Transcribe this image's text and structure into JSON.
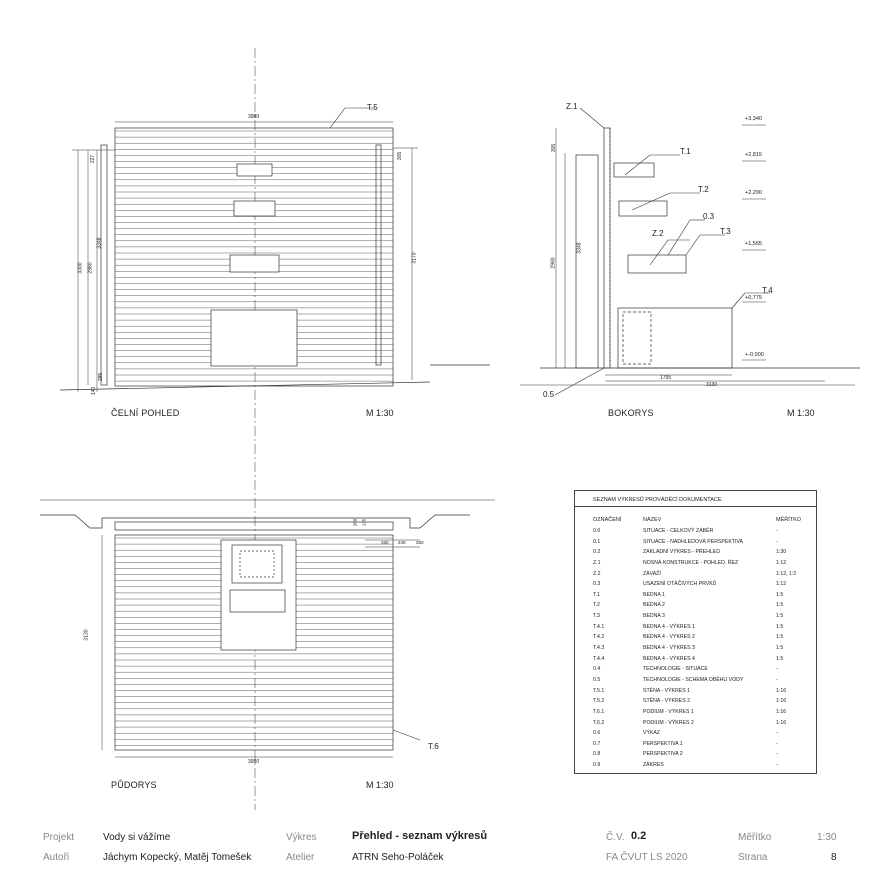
{
  "views": {
    "front": {
      "title": "ČELNÍ POHLED",
      "scale": "M 1:30"
    },
    "side": {
      "title": "BOKORYS",
      "scale": "M 1:30"
    },
    "plan": {
      "title": "PŮDORYS",
      "scale": "M 1:30"
    }
  },
  "labels": {
    "front_t5": "T.5",
    "front_width": "3980",
    "front_h1": "227",
    "front_h2": "3348",
    "front_h3": "2980",
    "front_h4": "3300",
    "front_h5": "285",
    "front_h6": "140",
    "front_r1": "305",
    "front_r2": "3170",
    "side_z1": "Z.1",
    "side_305": "305",
    "side_3348": "3348",
    "side_2980": "2980",
    "side_t1": "T.1",
    "side_t2": "T.2",
    "side_03": "0.3",
    "side_z2": "Z.2",
    "side_t3": "T.3",
    "side_t4": "T.4",
    "side_05": "0.5",
    "side_1795": "1795",
    "side_3130": "3130",
    "lvl_1": "+3,340",
    "lvl_2": "+2,815",
    "lvl_3": "+2,290",
    "lvl_4": "+1,565",
    "lvl_5": "+0,775",
    "lvl_6": "+-0,000",
    "plan_3130": "3130",
    "plan_3980": "3980",
    "plan_t6": "T.6",
    "plan_d1": "260",
    "plan_d2": "245",
    "plan_d3": "260",
    "plan_v1": "260",
    "plan_v2": "135"
  },
  "sheet_list": {
    "title": "SEZNAM VÝKRESŮ PROVÁDĚCÍ DOKUMENTACE",
    "col_id": "OZNAČENÍ",
    "col_name": "NÁZEV",
    "col_scale": "MĚŘÍTKO",
    "rows": [
      [
        "0.0",
        "SITUACE - CELKOVÝ ZÁBĚR",
        "-"
      ],
      [
        "0.1",
        "SITUACE - NADHLEDOVÁ PERSPEKTIVA",
        "-"
      ],
      [
        "0.2",
        "ZÁKLADNÍ VÝKRES - PŘEHLED",
        "1:30"
      ],
      [
        "Z.1",
        "NOSNÁ KONSTRUKCE - POHLED, ŘEZ",
        "1:12"
      ],
      [
        "Z.2",
        "ZÁVAŽÍ",
        "1:12, 1:2"
      ],
      [
        "0.3",
        "USAZENÍ OTÁČIVÝCH PRVKŮ",
        "1:12"
      ],
      [
        "T.1",
        "BEDNA 1",
        "1:5"
      ],
      [
        "T.2",
        "BEDNA 2",
        "1:5"
      ],
      [
        "T.3",
        "BEDNA 3",
        "1:5"
      ],
      [
        "T.4.1",
        "BEDNA 4 - VÝKRES 1",
        "1:5"
      ],
      [
        "T.4.2",
        "BEDNA 4 - VÝKRES 2",
        "1:5"
      ],
      [
        "T.4.3",
        "BEDNA 4 - VÝKRES 3",
        "1:5"
      ],
      [
        "T.4.4",
        "BEDNA 4 - VÝKRES 4",
        "1:5"
      ],
      [
        "0.4",
        "TECHNOLOGIE - SITUACE",
        "-"
      ],
      [
        "0.5",
        "TECHNOLOGIE - SCHEMA OBĚHU VODY",
        "-"
      ],
      [
        "T.5.1",
        "STĚNA - VÝKRES 1",
        "1:16"
      ],
      [
        "T.5.2",
        "STĚNA - VÝKRES 2",
        "1:16"
      ],
      [
        "T.6.1",
        "PODIUM - VÝKRES 1",
        "1:16"
      ],
      [
        "T.6.2",
        "PODIUM - VÝKRES 2",
        "1:16"
      ],
      [
        "0.6",
        "VÝKAZ",
        "-"
      ],
      [
        "0.7",
        "PERSPEKTIVA 1",
        "-"
      ],
      [
        "0.8",
        "PERSPEKTIVA 2",
        "-"
      ],
      [
        "0.9",
        "ZÁKRES",
        "-"
      ]
    ]
  },
  "footer": {
    "project_label": "Projekt",
    "project_value": "Vody si vážíme",
    "authors_label": "Autoři",
    "authors_value": "Jáchym Kopecký, Matěj Tomešek",
    "drawing_label": "Výkres",
    "drawing_value": "Přehled - seznam výkresů",
    "atelier_label": "Atelier",
    "atelier_value": "ATRN Seho-Poláček",
    "number_label": "Č.V.",
    "number_value": "0.2",
    "school": "FA ČVUT LS 2020",
    "scale_label": "Měřítko",
    "scale_value": "1:30",
    "page_label": "Strana",
    "page_value": "8"
  }
}
